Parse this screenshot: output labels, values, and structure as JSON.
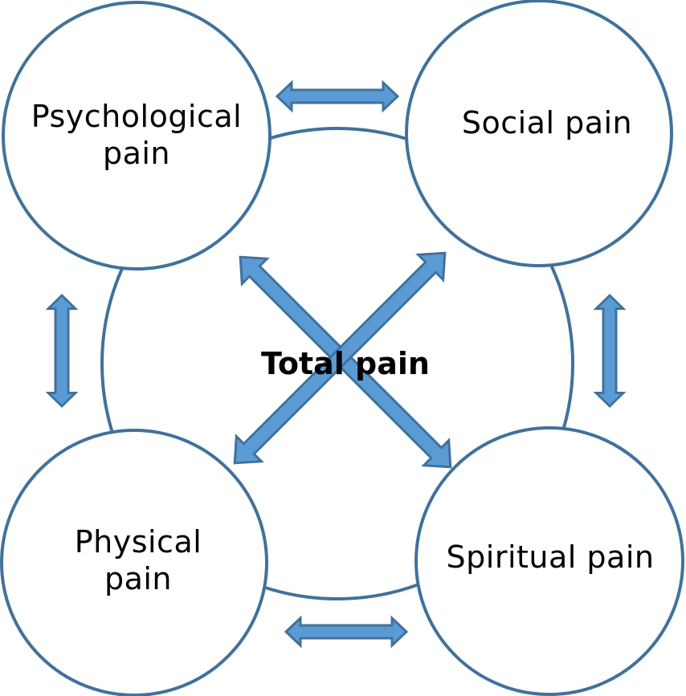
{
  "diagram": {
    "center": {
      "label": "Total pain"
    },
    "nodes": {
      "psychological": {
        "line1": "Psychological",
        "line2": "pain"
      },
      "social": {
        "line1": "Social pain"
      },
      "physical": {
        "line1": "Physical",
        "line2": "pain"
      },
      "spiritual": {
        "line1": "Spiritual pain"
      }
    },
    "colors": {
      "stroke": "#41719c",
      "arrow_fill": "#5b9bd5",
      "node_fill": "#ffffff",
      "text": "#000000"
    },
    "connections": [
      {
        "from": "psychological",
        "to": "social",
        "type": "double-arrow"
      },
      {
        "from": "social",
        "to": "spiritual",
        "type": "double-arrow"
      },
      {
        "from": "spiritual",
        "to": "physical",
        "type": "double-arrow"
      },
      {
        "from": "physical",
        "to": "psychological",
        "type": "double-arrow"
      },
      {
        "from": "psychological",
        "to": "spiritual",
        "type": "double-arrow"
      },
      {
        "from": "physical",
        "to": "social",
        "type": "double-arrow"
      }
    ]
  }
}
